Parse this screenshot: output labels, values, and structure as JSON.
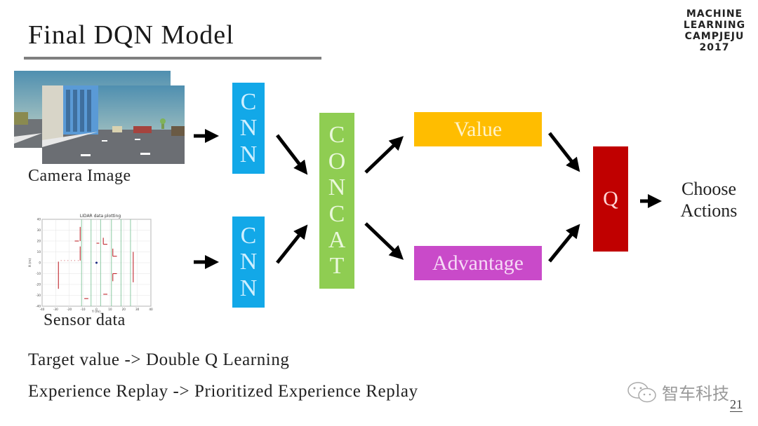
{
  "slide": {
    "title": "Final DQN Model",
    "logo_lines": [
      "MACHINE",
      "LEARNING",
      "CAMPJEJU",
      "2017"
    ],
    "page_number": "21",
    "watermark_text": "智车科技",
    "watermark_icon": "wechat-icon"
  },
  "inputs": {
    "camera": {
      "caption": "Camera Image",
      "image_desc": "driving-simulator-road-scene"
    },
    "sensor": {
      "caption": "Sensor data",
      "plot": {
        "title": "LIDAR data plotting",
        "xlabel": "Y (m)",
        "ylabel": "X (m)",
        "x_ticks": [
          "-40",
          "-30",
          "-20",
          "-10",
          "0",
          "10",
          "20",
          "30",
          "40"
        ],
        "y_ticks": [
          "40",
          "30",
          "20",
          "10",
          "0",
          "-10",
          "-20",
          "-30",
          "-40"
        ]
      }
    }
  },
  "diagram": {
    "cnn_top": [
      "C",
      "N",
      "N"
    ],
    "cnn_bottom": [
      "C",
      "N",
      "N"
    ],
    "concat": [
      "C",
      "O",
      "N",
      "C",
      "A",
      "T"
    ],
    "value": "Value",
    "advantage": "Advantage",
    "q": "Q",
    "output": [
      "Choose",
      "Actions"
    ]
  },
  "notes": [
    "Target value -> Double Q Learning",
    "Experience Replay -> Prioritized Experience Replay"
  ],
  "colors": {
    "cnn": "#12a8e8",
    "concat": "#8fcd52",
    "value": "#ffbd00",
    "advantage": "#c94ac9",
    "q": "#c00000"
  }
}
